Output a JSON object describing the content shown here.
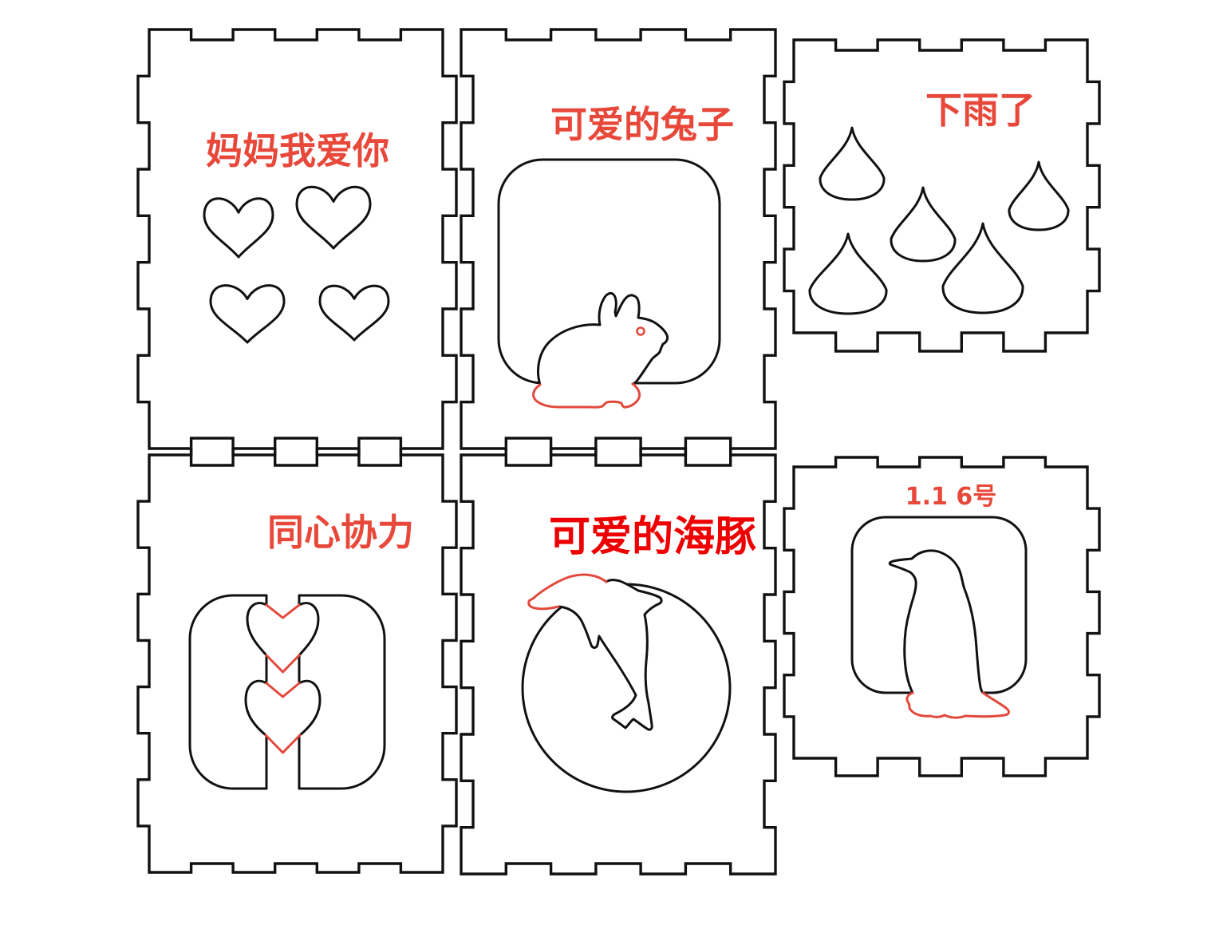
{
  "app": {
    "kind": "laser-cut panel layout drawing",
    "background": "#ffffff"
  },
  "colors": {
    "line_black": "#111111",
    "line_red": "#e2493c",
    "title_red": "#e8483a",
    "title_bright_red": "#ee0000"
  },
  "panels": [
    {
      "name": "mom-hearts",
      "title": "妈妈我爱你",
      "figures": "four heart outlines"
    },
    {
      "name": "cute-rabbit",
      "title": "可爱的兔子",
      "figures": "rounded square with rabbit, red feet and eye"
    },
    {
      "name": "raining",
      "title": "下雨了",
      "figures": "five raindrop outlines"
    },
    {
      "name": "together-hearts",
      "title": "同心协力",
      "figures": "rounded rail with two interlocking hearts"
    },
    {
      "name": "cute-dolphin",
      "title": "可爱的海豚",
      "figures": "circle with leaping dolphin, red head"
    },
    {
      "name": "penguin-plate",
      "title": "1.1  6号",
      "figures": "rounded square with penguin, red feet"
    }
  ]
}
